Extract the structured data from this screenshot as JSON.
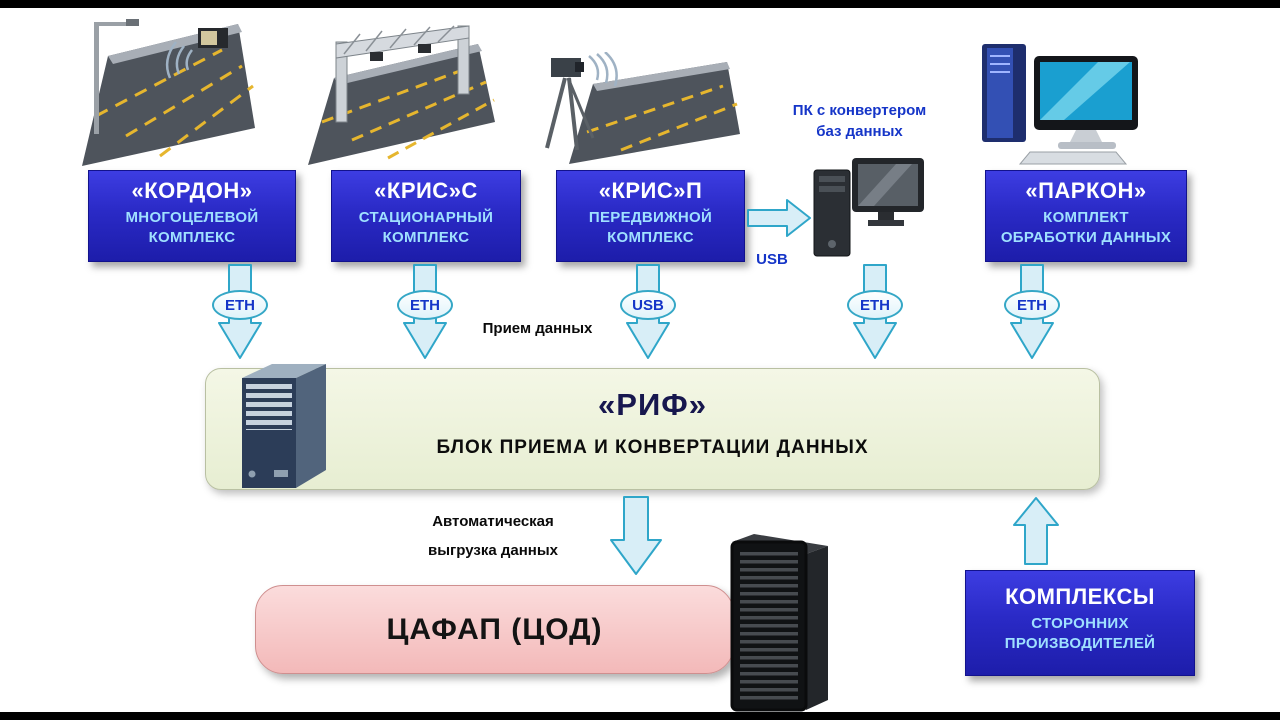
{
  "colors": {
    "unit_box_blue": "#2a2ac6",
    "unit_subtitle_cyan": "#9fe0ff",
    "rif_bg": "#edf2dc",
    "tsafap_pink": "#f6c6c6",
    "arrow_cyan": "#2fa6c9",
    "label_blue": "#1535c8"
  },
  "top_units": [
    {
      "title": "«КОРДОН»",
      "subtitle": "МНОГОЦЕЛЕВОЙ\nКОМПЛЕКС",
      "connector": "ETH"
    },
    {
      "title": "«КРИС»С",
      "subtitle": "СТАЦИОНАРНЫЙ\nКОМПЛЕКС",
      "connector": "ETH"
    },
    {
      "title": "«КРИС»П",
      "subtitle": "ПЕРЕДВИЖНОЙ\nКОМПЛЕКС",
      "connector": "USB"
    },
    {
      "title": "«ПАРКОН»",
      "subtitle": "КОМПЛЕКТ\nОБРАБОТКИ ДАННЫХ",
      "connector": "ETH"
    }
  ],
  "pc_converter": {
    "label": "ПК с конвертером\nбаз данных",
    "usb_link_label": "USB",
    "connector": "ETH"
  },
  "rif": {
    "title": "«РИФ»",
    "subtitle": "БЛОК ПРИЕМА И КОНВЕРТАЦИИ ДАННЫХ"
  },
  "flow_labels": {
    "receive": "Прием данных",
    "auto_upload": "Автоматическая\nвыгрузка данных"
  },
  "tsafap": {
    "title": "ЦАФАП (ЦОД)"
  },
  "third_party": {
    "title": "КОМПЛЕКСЫ",
    "subtitle": "СТОРОННИХ\nПРОИЗВОДИТЕЛЕЙ"
  }
}
